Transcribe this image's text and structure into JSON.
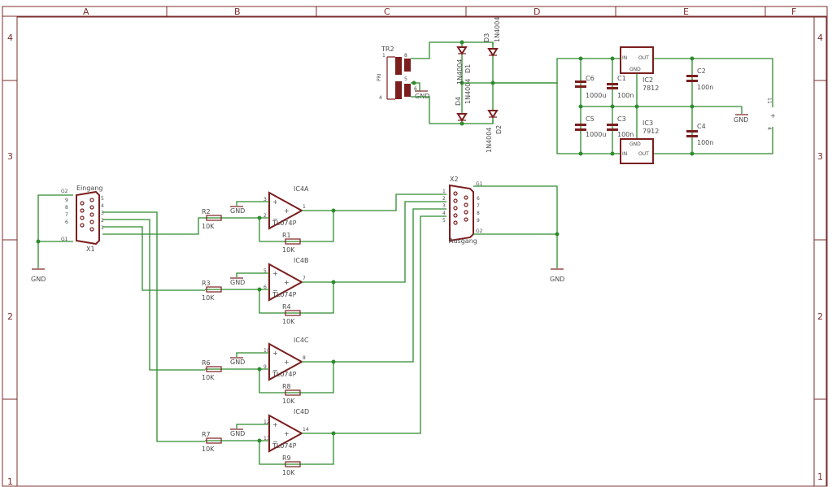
{
  "frame": {
    "columns": [
      "A",
      "B",
      "C",
      "D",
      "E",
      "F"
    ],
    "rows": [
      "4",
      "3",
      "2",
      "1"
    ]
  },
  "power": {
    "transformer": {
      "ref": "TR2",
      "pri": "PRI",
      "pins": [
        "1",
        "8",
        "5",
        "4",
        "6"
      ]
    },
    "diodes": [
      {
        "ref": "D1",
        "value": "1N4004"
      },
      {
        "ref": "D2",
        "value": "1N4004"
      },
      {
        "ref": "D3",
        "value": "1N4004"
      },
      {
        "ref": "D4",
        "value": "1N4004"
      }
    ],
    "capacitors": [
      {
        "ref": "C6",
        "value": "1000u"
      },
      {
        "ref": "C1",
        "value": "100n"
      },
      {
        "ref": "C2",
        "value": "100n"
      },
      {
        "ref": "C5",
        "value": "1000u"
      },
      {
        "ref": "C3",
        "value": "100n"
      },
      {
        "ref": "C4",
        "value": "100n"
      }
    ],
    "regulators": [
      {
        "ref": "IC2",
        "value": "7812",
        "in": "IN",
        "out": "OUT",
        "gnd": "GND"
      },
      {
        "ref": "IC3",
        "value": "7912",
        "in": "IN",
        "out": "OUT",
        "gnd": "GND"
      }
    ],
    "supply_pins": {
      "top": "11",
      "bottom": "4",
      "plus": "+",
      "minus": "-"
    }
  },
  "gnd": "GND",
  "connectors": [
    {
      "ref": "X1",
      "name": "Eingang",
      "pins_left": [
        "9",
        "8",
        "7",
        "6"
      ],
      "pins_right": [
        "5",
        "4",
        "3",
        "2",
        "1"
      ],
      "g_top": "G2",
      "g_bot": "G1"
    },
    {
      "ref": "X2",
      "name": "Ausgang",
      "pins_left": [
        "1",
        "2",
        "3",
        "4",
        "5"
      ],
      "pins_right": [
        "6",
        "7",
        "8",
        "9"
      ],
      "g_top": "G1",
      "g_bot": "G2"
    }
  ],
  "amps": [
    {
      "ref": "IC4A",
      "value": "TL074P",
      "pin_p": "3",
      "pin_n": "2",
      "pin_o": "1",
      "rin": "R2",
      "rin_val": "10K",
      "rf": "R1",
      "rf_val": "10K"
    },
    {
      "ref": "IC4B",
      "value": "TL074P",
      "pin_p": "5",
      "pin_n": "6",
      "pin_o": "7",
      "rin": "R3",
      "rin_val": "10K",
      "rf": "R4",
      "rf_val": "10K"
    },
    {
      "ref": "IC4C",
      "value": "TL074P",
      "pin_p": "10",
      "pin_n": "9",
      "pin_o": "8",
      "rin": "R6",
      "rin_val": "10K",
      "rf": "R8",
      "rf_val": "10K"
    },
    {
      "ref": "IC4D",
      "value": "TL074P",
      "pin_p": "12",
      "pin_n": "13",
      "pin_o": "14",
      "rin": "R7",
      "rin_val": "10K",
      "rf": "R9",
      "rf_val": "10K"
    }
  ],
  "colors": {
    "wire": "#2e8b2e",
    "symbol": "#7b1e1e",
    "frame": "#7b2c2c",
    "text": "#4a4a4a"
  }
}
